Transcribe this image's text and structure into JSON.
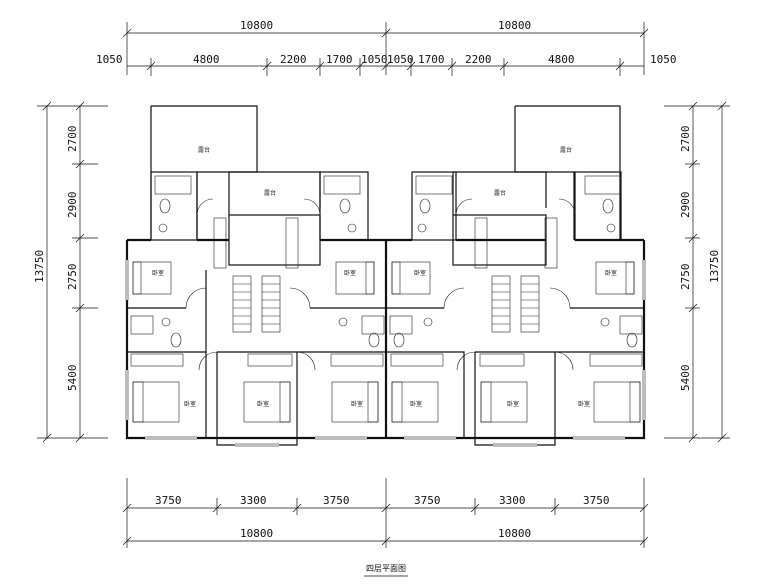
{
  "drawing": {
    "title": "四层平面图"
  },
  "dimensions": {
    "top_total": [
      "10800",
      "10800"
    ],
    "top_segments": [
      "1050",
      "4800",
      "2200",
      "1700",
      "1050",
      "1050",
      "1700",
      "2200",
      "4800",
      "1050"
    ],
    "bottom_segments": [
      "3750",
      "3300",
      "3750",
      "3750",
      "3300",
      "3750"
    ],
    "bottom_total": [
      "10800",
      "10800"
    ],
    "left_segments": [
      "2700",
      "2900",
      "2750",
      "5400"
    ],
    "left_total": "13750",
    "right_segments": [
      "2700",
      "2900",
      "2750",
      "5400"
    ],
    "right_total": "13750"
  },
  "rooms": {
    "terrace": "露台",
    "bedroom": "卧室"
  },
  "colors": {
    "line": "#111111",
    "background": "#ffffff",
    "hatch": "#bdbdbd"
  }
}
